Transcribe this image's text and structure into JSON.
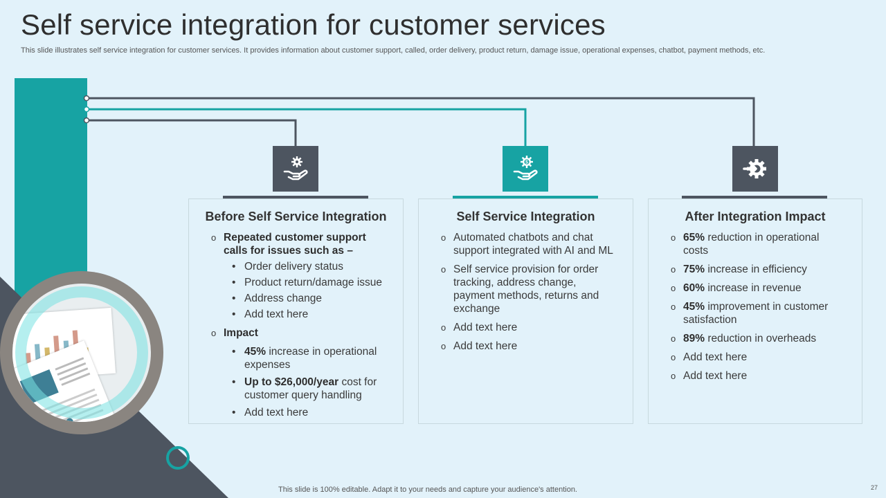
{
  "header": {
    "title": "Self service integration for customer services",
    "subtitle": "This slide illustrates self service integration for customer services. It provides information about customer support, called, order delivery,  product return, damage issue, operational expenses, chatbot, payment methods, etc."
  },
  "colors": {
    "teal": "#17a3a3",
    "dark": "#4d5560",
    "background": "#e2f2fa"
  },
  "cards": [
    {
      "icon": "gear-hand-icon",
      "heading": "Before Self Service Integration",
      "groups": [
        {
          "lead": "Repeated customer support calls for issues such as –",
          "items": [
            {
              "bold": "",
              "text": "Order delivery  status"
            },
            {
              "bold": "",
              "text": "Product return/damage  issue"
            },
            {
              "bold": "",
              "text": "Address change"
            },
            {
              "bold": "",
              "text": "Add text here"
            }
          ]
        },
        {
          "lead": "Impact",
          "items": [
            {
              "bold": "45%",
              "text": " increase in operational expenses"
            },
            {
              "bold": "Up to $26,000/year",
              "text": " cost for customer query handling"
            },
            {
              "bold": "",
              "text": "Add text here"
            }
          ]
        }
      ]
    },
    {
      "icon": "dollar-gear-hand-icon",
      "heading": "Self Service Integration",
      "items": [
        {
          "bold": "",
          "text": "Automated chatbots and chat support integrated with AI and ML"
        },
        {
          "bold": "",
          "text": "Self service provision for order tracking, address change, payment methods, returns and exchange"
        },
        {
          "bold": "",
          "text": "Add text here"
        },
        {
          "bold": "",
          "text": "Add text here"
        }
      ]
    },
    {
      "icon": "gear-arrow-icon",
      "heading": "After Integration Impact",
      "items": [
        {
          "bold": "65%",
          "text": " reduction in operational costs"
        },
        {
          "bold": "75%",
          "text": " increase in efficiency"
        },
        {
          "bold": "60%",
          "text": " increase in revenue"
        },
        {
          "bold": "45%",
          "text": " improvement in customer satisfaction"
        },
        {
          "bold": "89%",
          "text": " reduction in overheads"
        },
        {
          "bold": "",
          "text": "Add text here"
        },
        {
          "bold": "",
          "text": "Add text here"
        }
      ]
    }
  ],
  "footer": {
    "note": "This slide is 100% editable. Adapt it to your needs and capture your audience's attention.",
    "page_number": "27"
  }
}
